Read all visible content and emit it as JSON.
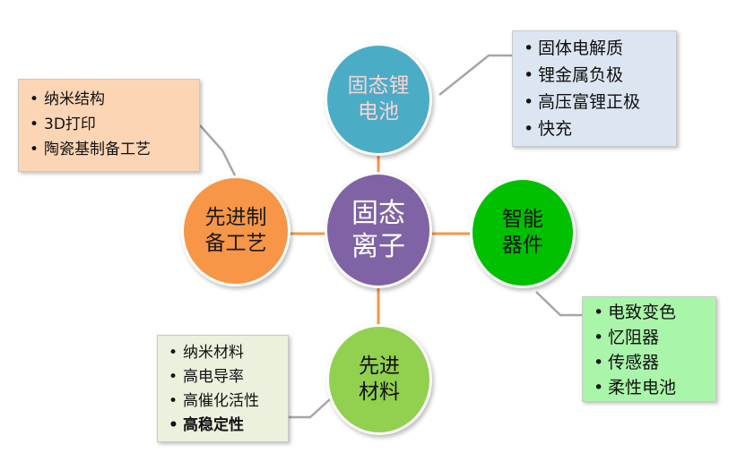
{
  "center": {
    "label": "固态\n离子",
    "color": "#8063a4"
  },
  "nodes": {
    "top": {
      "label": "固态锂\n电池",
      "color": "#4bacc6"
    },
    "left": {
      "label": "先进制\n备工艺",
      "color": "#f79646"
    },
    "right": {
      "label": "智能\n器件",
      "color": "#00c000"
    },
    "bottom": {
      "label": "先进\n材料",
      "color": "#92d050"
    }
  },
  "details": {
    "top": {
      "items": [
        "固体电解质",
        "锂金属负极",
        "高压富锂正极",
        "快充"
      ],
      "color": "#dce6f2"
    },
    "left": {
      "items": [
        "纳米结构",
        "3D打印",
        "陶瓷基制备工艺"
      ],
      "color": "#fcd5b5"
    },
    "right": {
      "items": [
        "电致变色",
        "忆阻器",
        "传感器",
        "柔性电池"
      ],
      "color": "#a9f5a9"
    },
    "bottom": {
      "items": [
        "纳米材料",
        "高电导率",
        "高催化活性",
        "高稳定性"
      ],
      "color": "#ebf1dd"
    }
  },
  "connector_color": "#f79646",
  "callout_line_color": "#a6a6a6"
}
